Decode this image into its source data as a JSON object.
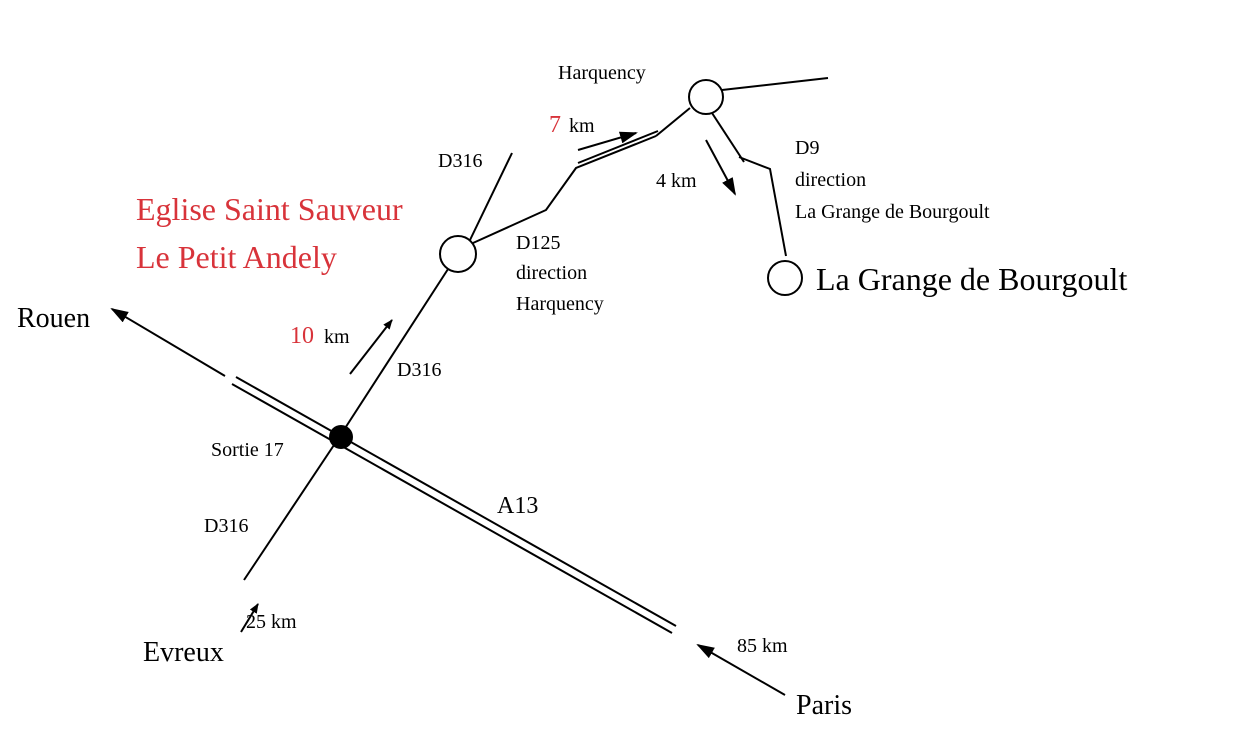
{
  "colors": {
    "ink": "#000000",
    "accent_red": "#d8333a",
    "background": "#ffffff"
  },
  "places": {
    "rouen": "Rouen",
    "evreux": "Evreux",
    "paris": "Paris",
    "harquency": "Harquency",
    "sortie": "Sortie 17",
    "destination": "La Grange de Bourgoult",
    "church_line1": "Eglise Saint Sauveur",
    "church_line2": "Le Petit Andely"
  },
  "roads": {
    "a13": "A13",
    "d316_north": "D316",
    "d316_mid": "D316",
    "d316_south": "D316",
    "d125_line1": "D125",
    "d125_line2": "direction",
    "d125_line3": "Harquency",
    "d9_line1": "D9",
    "d9_line2": "direction",
    "d9_line3": "La Grange de Bourgoult"
  },
  "distances": {
    "d10_num": "10",
    "d10_unit": "km",
    "d7_num": "7",
    "d7_unit": "km",
    "d4": "4 km",
    "d25": "25 km",
    "d85": "85 km"
  }
}
